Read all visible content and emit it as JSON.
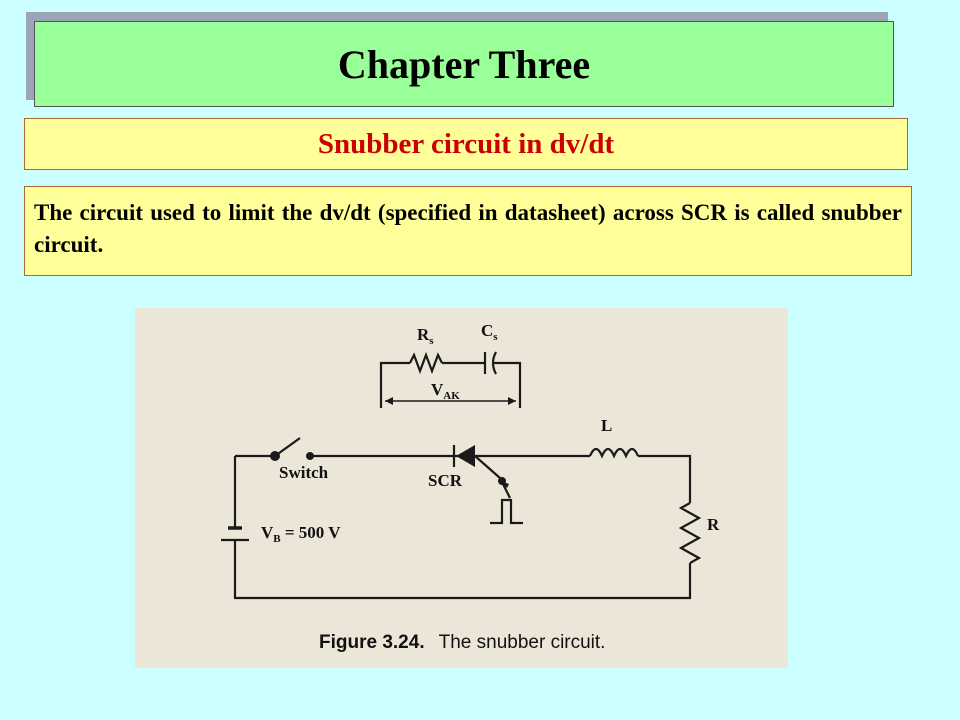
{
  "slide": {
    "title": "Chapter Three",
    "subtitle": "Snubber circuit in dv/dt",
    "body": "The circuit used to limit the dv/dt (specified in datasheet) across SCR is called snubber circuit."
  },
  "figure": {
    "labels": {
      "rs_main": "R",
      "rs_sub": "s",
      "cs_main": "C",
      "cs_sub": "s",
      "vak_main": "V",
      "vak_sub": "AK",
      "inductor": "L",
      "resistor": "R",
      "switch": "Switch",
      "scr": "SCR",
      "vb_main": "V",
      "vb_sub": "B",
      "vb_value": " = 500 V"
    },
    "caption_number": "Figure 3.24.",
    "caption_text": "The snubber circuit."
  },
  "colors": {
    "background": "#ccffff",
    "title_box": "#99ff99",
    "highlight_box": "#ffff99",
    "subtitle_text": "#cc0000"
  }
}
